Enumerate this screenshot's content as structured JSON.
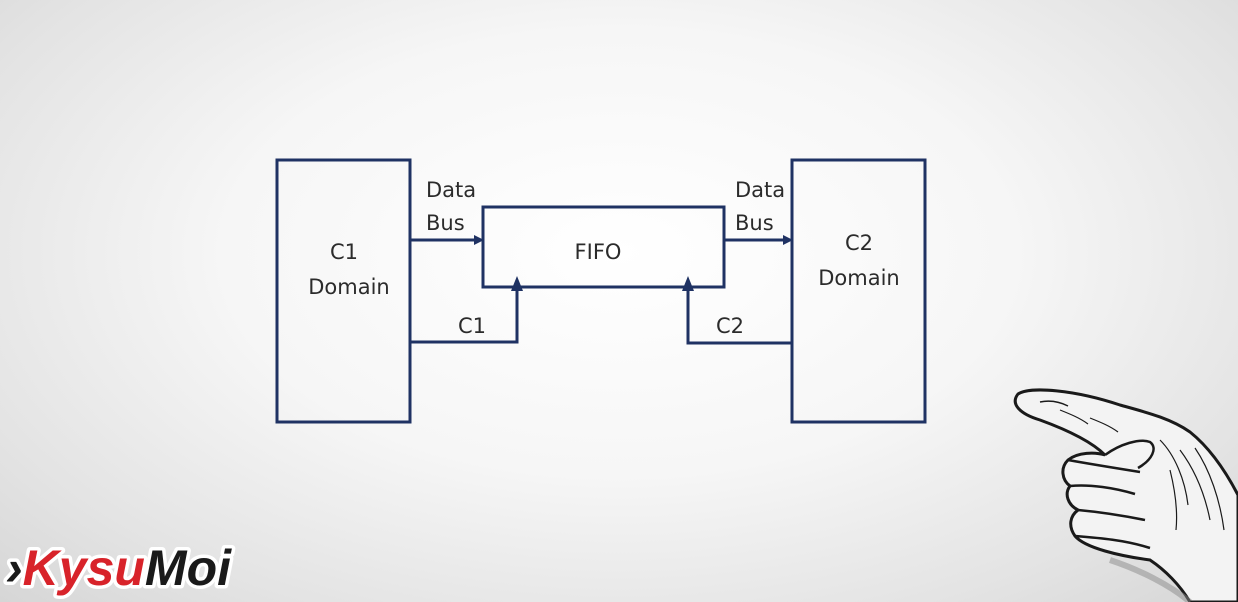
{
  "diagram": {
    "left_domain": {
      "line1": "C1",
      "line2": "Domain"
    },
    "right_domain": {
      "line1": "C2",
      "line2": "Domain"
    },
    "fifo": "FIFO",
    "left_bus": {
      "line1": "Data",
      "line2": "Bus"
    },
    "right_bus": {
      "line1": "Data",
      "line2": "Bus"
    },
    "left_clock": "C1",
    "right_clock": "C2"
  },
  "brand": {
    "part1": "Kysu",
    "part2": "Moi",
    "color1": "#d8232a",
    "color2": "#1a1a1a"
  },
  "colors": {
    "line": "#1f3263"
  }
}
